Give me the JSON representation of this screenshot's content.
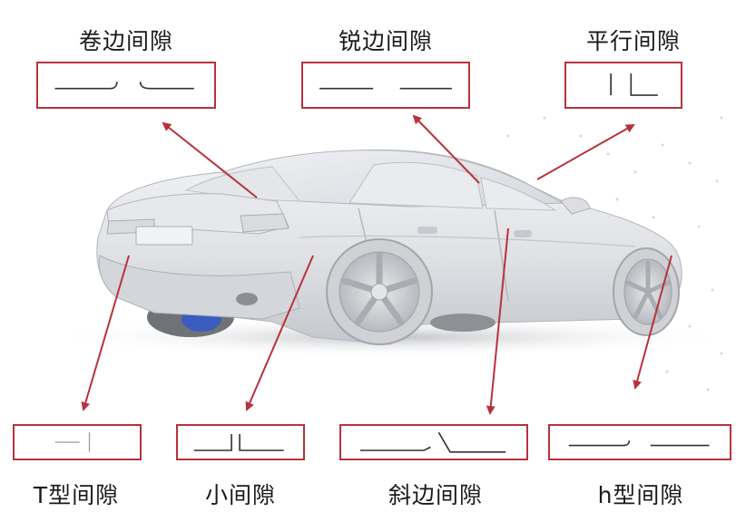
{
  "accent_color": "#b8323c",
  "diagram": {
    "top_labels": [
      "卷边间隙",
      "锐边间隙",
      "平行间隙"
    ],
    "bottom_labels": [
      "T型间隙",
      "小间隙",
      "斜边间隙",
      "h型间隙"
    ]
  }
}
